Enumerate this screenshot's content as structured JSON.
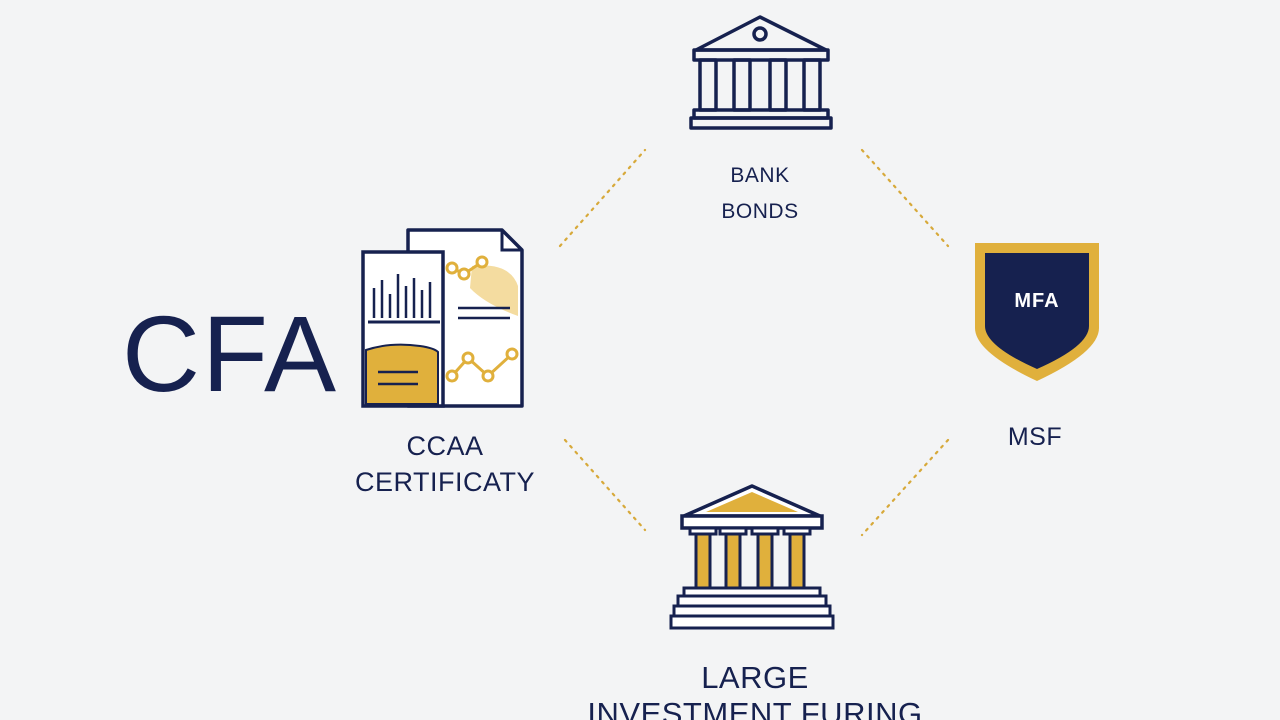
{
  "cfa": {
    "title": "CFA"
  },
  "nodes": {
    "bank": {
      "line1": "BANK",
      "line2": "BONDS",
      "icon": "bank-building-icon"
    },
    "certificate": {
      "line1": "CCAA",
      "line2": "CERTIFICATY",
      "icon": "certificate-document-icon"
    },
    "msf": {
      "label": "MSF",
      "badge_text": "MFA",
      "icon": "shield-badge-icon"
    },
    "investment": {
      "line1": "LARGE",
      "line2": "INVESTMENT FURING",
      "icon": "investment-building-icon"
    }
  },
  "colors": {
    "navy": "#16214f",
    "gold": "#e0b03c",
    "background": "#f3f4f5"
  }
}
